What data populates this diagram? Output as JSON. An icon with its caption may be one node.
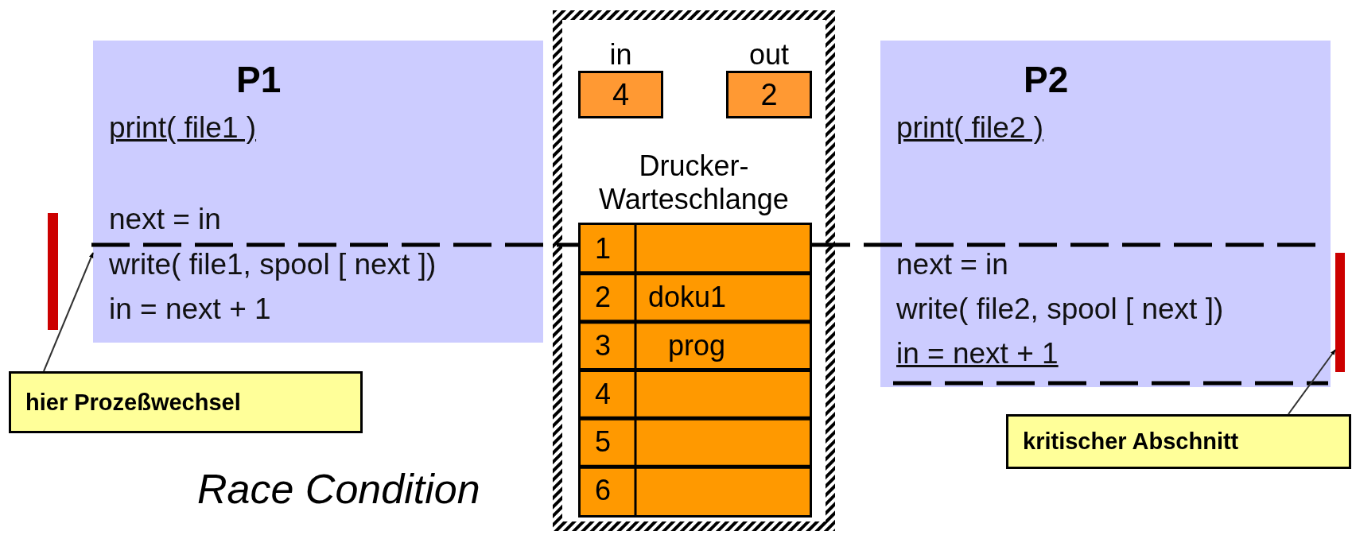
{
  "diagram": {
    "nodes": [
      {
        "text": [
          "P1",
          "print( file1 )",
          "next = in",
          "write( file1, spool [ next ])",
          "in = next + 1"
        ]
      },
      {
        "text": [
          "Drucker- Warteschlange"
        ]
      },
      {
        "text": [
          "in",
          "4"
        ],
        "in": 1
      },
      {
        "text": [
          "out",
          "2"
        ],
        "in": 1
      },
      {
        "text": [
          "P2",
          "print( file2 )",
          "next = in",
          "write( file2, spool [ next ])",
          "in = next + 1"
        ]
      },
      {
        "text": [
          "hier Prozeßwechsel"
        ]
      },
      {
        "text": [
          "kritischer Abschnitt"
        ]
      },
      {
        "text": [],
        "shape": "bar"
      }
    ],
    "edges": [
      {
        "from": 5,
        "to": 0,
        "arrow": "to"
      },
      {
        "from": 6,
        "to": 7,
        "arrow": "to"
      }
    ],
    "labels": [
      "1",
      "2",
      "doku1",
      "3",
      "prog",
      "4",
      "5",
      "6",
      "Race Condition"
    ]
  }
}
